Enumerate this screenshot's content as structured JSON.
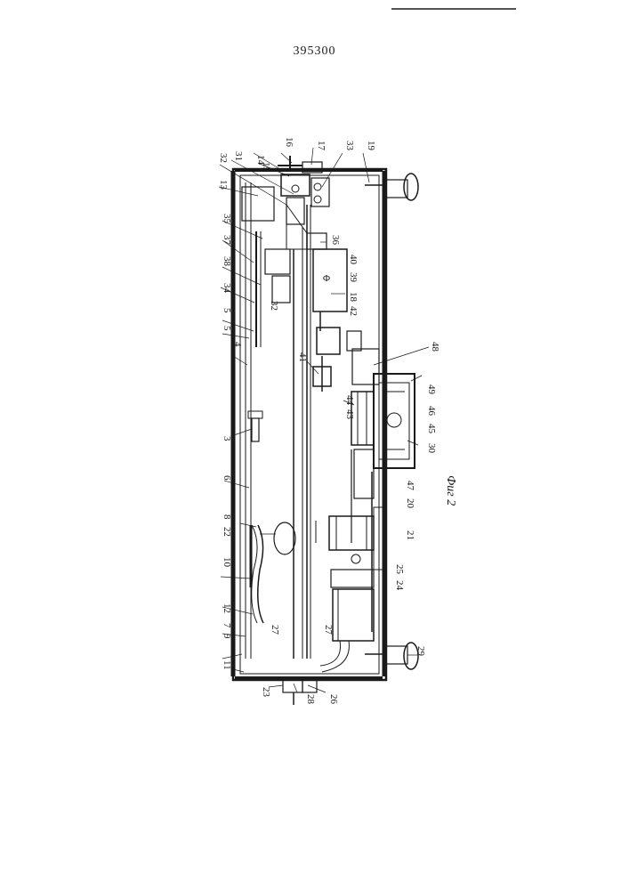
{
  "document": {
    "patent_number": "395300",
    "figure_caption": "Фиг 2"
  },
  "callouts": [
    {
      "id": "c1",
      "text": "14"
    },
    {
      "id": "c2",
      "text": "16"
    },
    {
      "id": "c3",
      "text": "15"
    },
    {
      "id": "c4",
      "text": "17"
    },
    {
      "id": "c5",
      "text": "33"
    },
    {
      "id": "c6",
      "text": "19"
    },
    {
      "id": "c7",
      "text": "31"
    },
    {
      "id": "c8",
      "text": "32"
    },
    {
      "id": "c9",
      "text": "13"
    },
    {
      "id": "c10",
      "text": "35"
    },
    {
      "id": "c11",
      "text": "36"
    },
    {
      "id": "c12",
      "text": "37"
    },
    {
      "id": "c13",
      "text": "38"
    },
    {
      "id": "c14",
      "text": "40"
    },
    {
      "id": "c15",
      "text": "39"
    },
    {
      "id": "c16",
      "text": "34"
    },
    {
      "id": "c17",
      "text": "18"
    },
    {
      "id": "c18",
      "text": "32"
    },
    {
      "id": "c19",
      "text": "42"
    },
    {
      "id": "c20",
      "text": "5"
    },
    {
      "id": "c21",
      "text": "5"
    },
    {
      "id": "c22",
      "text": "4"
    },
    {
      "id": "c23",
      "text": "41"
    },
    {
      "id": "c24",
      "text": "48"
    },
    {
      "id": "c25",
      "text": "49"
    },
    {
      "id": "c26",
      "text": "44"
    },
    {
      "id": "c27",
      "text": "43"
    },
    {
      "id": "c28",
      "text": "46"
    },
    {
      "id": "c29",
      "text": "45"
    },
    {
      "id": "c30",
      "text": "3"
    },
    {
      "id": "c31",
      "text": "30"
    },
    {
      "id": "c32",
      "text": "47"
    },
    {
      "id": "c33",
      "text": "6"
    },
    {
      "id": "c34",
      "text": "20"
    },
    {
      "id": "c35",
      "text": "8"
    },
    {
      "id": "c36",
      "text": "22"
    },
    {
      "id": "c37",
      "text": "21"
    },
    {
      "id": "c38",
      "text": "10"
    },
    {
      "id": "c39",
      "text": "25"
    },
    {
      "id": "c40",
      "text": "24"
    },
    {
      "id": "c41",
      "text": "12"
    },
    {
      "id": "c42",
      "text": "7"
    },
    {
      "id": "c43",
      "text": "9"
    },
    {
      "id": "c44",
      "text": "27"
    },
    {
      "id": "c45",
      "text": "27"
    },
    {
      "id": "c46",
      "text": "29"
    },
    {
      "id": "c47",
      "text": "11"
    },
    {
      "id": "c48",
      "text": "23"
    },
    {
      "id": "c49",
      "text": "28"
    },
    {
      "id": "c50",
      "text": "26"
    }
  ]
}
